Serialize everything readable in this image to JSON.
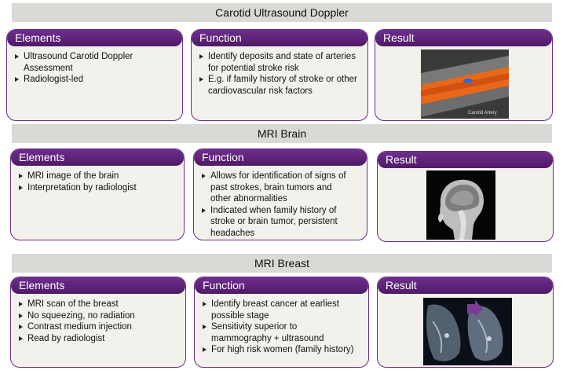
{
  "sections": [
    {
      "title": "Carotid Ultrasound Doppler",
      "elements": {
        "heading": "Elements",
        "items": [
          "Ultrasound Carotid Doppler Assessment",
          "Radiologist-led"
        ]
      },
      "function": {
        "heading": "Function",
        "items": [
          "Identify deposits and state of arteries for potential stroke risk",
          "E.g. if family history of stroke or other cardiovascular risk factors"
        ]
      },
      "result": {
        "heading": "Result",
        "image_caption": "Carotid Artery"
      }
    },
    {
      "title": "MRI Brain",
      "elements": {
        "heading": "Elements",
        "items": [
          "MRI image of the brain",
          "Interpretation by radiologist"
        ]
      },
      "function": {
        "heading": "Function",
        "items": [
          "Allows for identification of signs of past strokes, brain tumors and other abnormalities",
          "Indicated when family history of stroke or brain tumor, persistent headaches"
        ]
      },
      "result": {
        "heading": "Result"
      }
    },
    {
      "title": "MRI Breast",
      "elements": {
        "heading": "Elements",
        "items": [
          "MRI scan of the breast",
          "No squeezing, no radiation",
          "Contrast medium injection",
          "Read by radiologist"
        ]
      },
      "function": {
        "heading": "Function",
        "items": [
          "Identify breast cancer at earliest possible stage",
          "Sensitivity superior to mammography + ultrasound",
          "For high risk women (family history)"
        ]
      },
      "result": {
        "heading": "Result"
      }
    }
  ],
  "colors": {
    "header_purple": "#5e2277",
    "card_bg": "#f2f1ec",
    "band_gray": "#d9d9d6",
    "doppler_orange": "#e8681a",
    "arrow_purple": "#7a3b96"
  }
}
